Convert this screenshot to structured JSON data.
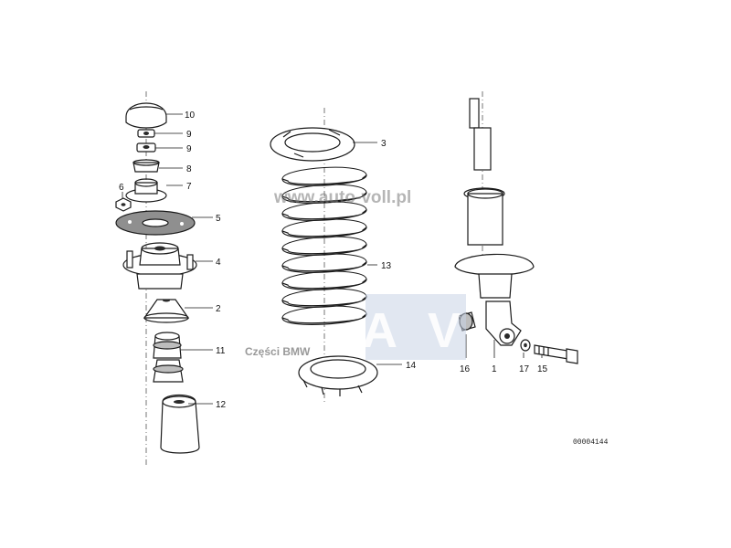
{
  "diagram": {
    "reference_code": "00004144",
    "watermark_url": "www.auto-voll.pl",
    "watermark_parts": "Części BMW",
    "watermark_logo": {
      "letters": "A V"
    },
    "callouts": {
      "c10": "10",
      "c9a": "9",
      "c9b": "9",
      "c8": "8",
      "c7": "7",
      "c6": "6",
      "c5": "5",
      "c4": "4",
      "c2": "2",
      "c11": "11",
      "c12": "12",
      "c3": "3",
      "c13": "13",
      "c14": "14",
      "c16": "16",
      "c1": "1",
      "c17": "17",
      "c15": "15"
    },
    "colors": {
      "ink": "#1a1a1a",
      "paper": "#ffffff",
      "watermark": "#787878",
      "logo_box": "#c9d3e6"
    }
  }
}
